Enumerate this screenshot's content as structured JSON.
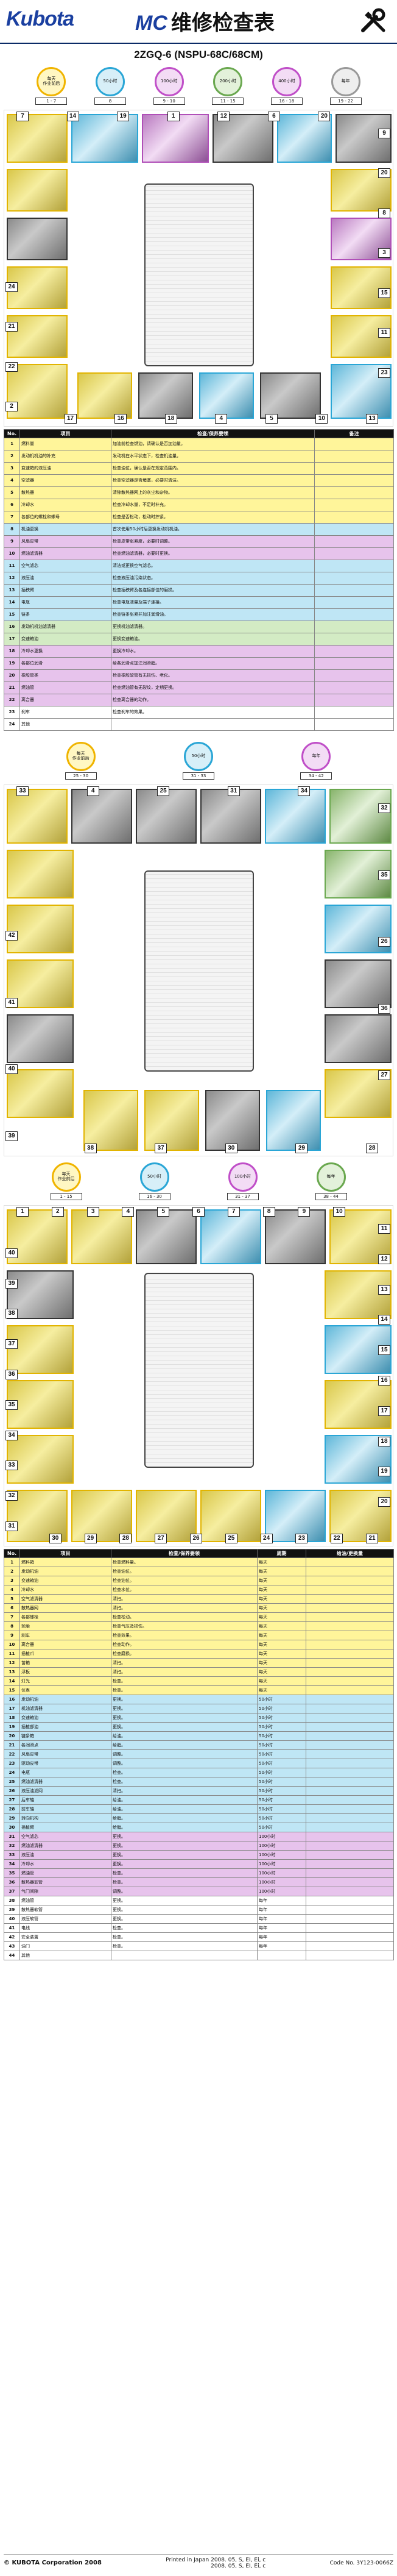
{
  "header": {
    "brand": "Kubota",
    "mc": "MC",
    "title": "维修检查表",
    "model": "2ZGQ-6 (NSPU-68C/68CM)"
  },
  "badges_top": [
    {
      "t1": "每天",
      "t2": "作业前后",
      "lbl": "1 - 7"
    },
    {
      "t1": "50小时",
      "t2": "",
      "lbl": "8"
    },
    {
      "t1": "100小时",
      "t2": "",
      "lbl": "9 - 10"
    },
    {
      "t1": "200小时",
      "t2": "",
      "lbl": "11 - 15"
    },
    {
      "t1": "400小时",
      "t2": "",
      "lbl": "16 - 18"
    },
    {
      "t1": "每年",
      "t2": "",
      "lbl": "19 - 22"
    }
  ],
  "diagram_numbers_1": [
    "7",
    "14",
    "19",
    "1",
    "12",
    "6",
    "20",
    "9",
    "20",
    "8",
    "3",
    "15",
    "11",
    "23",
    "13",
    "10",
    "5",
    "4",
    "18",
    "16",
    "17",
    "2",
    "22",
    "21",
    "24"
  ],
  "table1": {
    "headers": [
      "No.",
      "项目",
      "检查/保养要领",
      "备注"
    ],
    "rows": [
      {
        "no": "1",
        "item": "燃料量",
        "desc": "加油前检查燃油，请确认是否加油量。",
        "note": "",
        "c": "y"
      },
      {
        "no": "2",
        "item": "发动机机油的补充",
        "desc": "发动机在水平状态下，检查机油量。",
        "note": "",
        "c": "y"
      },
      {
        "no": "3",
        "item": "变速箱的液压油",
        "desc": "检查油位，确认是否在规定范围内。",
        "note": "",
        "c": "y"
      },
      {
        "no": "4",
        "item": "空滤器",
        "desc": "检查空滤器是否堵塞，必要时清洁。",
        "note": "",
        "c": "y"
      },
      {
        "no": "5",
        "item": "散热器",
        "desc": "清除散热器网上的灰尘和杂物。",
        "note": "",
        "c": "y"
      },
      {
        "no": "6",
        "item": "冷却水",
        "desc": "检查冷却水量，不足时补充。",
        "note": "",
        "c": "y"
      },
      {
        "no": "7",
        "item": "各部位的螺栓和螺母",
        "desc": "检查是否松动，松动时拧紧。",
        "note": "",
        "c": "y"
      },
      {
        "no": "8",
        "item": "机油更换",
        "desc": "首次使用50小时后更换发动机机油。",
        "note": "",
        "c": "b"
      },
      {
        "no": "9",
        "item": "风扇皮带",
        "desc": "检查皮带张紧度，必要时调整。",
        "note": "",
        "c": "p"
      },
      {
        "no": "10",
        "item": "燃油滤清器",
        "desc": "检查燃油滤清器，必要时更换。",
        "note": "",
        "c": "p"
      },
      {
        "no": "11",
        "item": "空气滤芯",
        "desc": "清洁或更换空气滤芯。",
        "note": "",
        "c": "b"
      },
      {
        "no": "12",
        "item": "液压油",
        "desc": "检查液压油污染状态。",
        "note": "",
        "c": "b"
      },
      {
        "no": "13",
        "item": "插秧臂",
        "desc": "检查插秧臂及各连接部位的磨损。",
        "note": "",
        "c": "b"
      },
      {
        "no": "14",
        "item": "电瓶",
        "desc": "检查电瓶液量及端子连接。",
        "note": "",
        "c": "b"
      },
      {
        "no": "15",
        "item": "链条",
        "desc": "检查链条张紧并加注润滑油。",
        "note": "",
        "c": "b"
      },
      {
        "no": "16",
        "item": "发动机机油滤清器",
        "desc": "更换机油滤清器。",
        "note": "",
        "c": "g"
      },
      {
        "no": "17",
        "item": "变速箱油",
        "desc": "更换变速箱油。",
        "note": "",
        "c": "g"
      },
      {
        "no": "18",
        "item": "冷却水更换",
        "desc": "更换冷却水。",
        "note": "",
        "c": "p"
      },
      {
        "no": "19",
        "item": "各部位润滑",
        "desc": "给各润滑点加注润滑脂。",
        "note": "",
        "c": "p"
      },
      {
        "no": "20",
        "item": "橡胶管类",
        "desc": "检查橡胶软管有无损伤、老化。",
        "note": "",
        "c": "p"
      },
      {
        "no": "21",
        "item": "燃油管",
        "desc": "检查燃油管有无裂纹，定期更换。",
        "note": "",
        "c": "p"
      },
      {
        "no": "22",
        "item": "离合器",
        "desc": "检查离合器的动作。",
        "note": "",
        "c": "p"
      },
      {
        "no": "23",
        "item": "刹车",
        "desc": "检查刹车的效果。",
        "note": "",
        "c": "w"
      },
      {
        "no": "24",
        "item": "其他",
        "desc": "",
        "note": "",
        "c": "w"
      }
    ]
  },
  "badges_mid": [
    {
      "t1": "每天",
      "t2": "作业前后",
      "lbl": "25 - 30"
    },
    {
      "t1": "50小时",
      "t2": "",
      "lbl": "31 - 33"
    },
    {
      "t1": "每年",
      "t2": "",
      "lbl": "34 - 42"
    }
  ],
  "diagram_numbers_2": [
    "33",
    "4",
    "25",
    "31",
    "34",
    "32",
    "35",
    "26",
    "36",
    "27",
    "28",
    "29",
    "30",
    "37",
    "38",
    "39",
    "40",
    "41",
    "42"
  ],
  "badges_low": [
    {
      "t1": "每天",
      "t2": "作业前后",
      "lbl": "1 - 15"
    },
    {
      "t1": "50小时",
      "t2": "",
      "lbl": "16 - 30"
    },
    {
      "t1": "100小时",
      "t2": "",
      "lbl": "31 - 37"
    },
    {
      "t1": "每年",
      "t2": "",
      "lbl": "38 - 44"
    }
  ],
  "diagram_numbers_3": [
    "1",
    "2",
    "3",
    "4",
    "5",
    "6",
    "7",
    "8",
    "9",
    "10",
    "11",
    "12",
    "13",
    "14",
    "15",
    "16",
    "17",
    "18",
    "19",
    "20",
    "21",
    "22",
    "23",
    "24",
    "25",
    "26",
    "27",
    "28",
    "29",
    "30",
    "31",
    "32",
    "33",
    "34",
    "35",
    "36",
    "37",
    "38",
    "39",
    "40"
  ],
  "table2": {
    "headers": [
      "No.",
      "项目",
      "检查/保养要领",
      "周期",
      "给油/更换量"
    ],
    "rows": [
      {
        "no": "1",
        "item": "燃料箱",
        "desc": "检查燃料量。",
        "p": "每天",
        "q": "",
        "c": "y"
      },
      {
        "no": "2",
        "item": "发动机油",
        "desc": "检查油位。",
        "p": "每天",
        "q": "",
        "c": "y"
      },
      {
        "no": "3",
        "item": "变速箱油",
        "desc": "检查油位。",
        "p": "每天",
        "q": "",
        "c": "y"
      },
      {
        "no": "4",
        "item": "冷却水",
        "desc": "检查水位。",
        "p": "每天",
        "q": "",
        "c": "y"
      },
      {
        "no": "5",
        "item": "空气滤清器",
        "desc": "清扫。",
        "p": "每天",
        "q": "",
        "c": "y"
      },
      {
        "no": "6",
        "item": "散热器网",
        "desc": "清扫。",
        "p": "每天",
        "q": "",
        "c": "y"
      },
      {
        "no": "7",
        "item": "各部螺栓",
        "desc": "检查松动。",
        "p": "每天",
        "q": "",
        "c": "y"
      },
      {
        "no": "8",
        "item": "轮胎",
        "desc": "检查气压及损伤。",
        "p": "每天",
        "q": "",
        "c": "y"
      },
      {
        "no": "9",
        "item": "刹车",
        "desc": "检查效果。",
        "p": "每天",
        "q": "",
        "c": "y"
      },
      {
        "no": "10",
        "item": "离合器",
        "desc": "检查动作。",
        "p": "每天",
        "q": "",
        "c": "y"
      },
      {
        "no": "11",
        "item": "插植爪",
        "desc": "检查磨损。",
        "p": "每天",
        "q": "",
        "c": "y"
      },
      {
        "no": "12",
        "item": "苗箱",
        "desc": "清扫。",
        "p": "每天",
        "q": "",
        "c": "y"
      },
      {
        "no": "13",
        "item": "浮板",
        "desc": "清扫。",
        "p": "每天",
        "q": "",
        "c": "y"
      },
      {
        "no": "14",
        "item": "灯光",
        "desc": "检查。",
        "p": "每天",
        "q": "",
        "c": "y"
      },
      {
        "no": "15",
        "item": "仪表",
        "desc": "检查。",
        "p": "每天",
        "q": "",
        "c": "y"
      },
      {
        "no": "16",
        "item": "发动机油",
        "desc": "更换。",
        "p": "50小时",
        "q": "",
        "c": "b"
      },
      {
        "no": "17",
        "item": "机油滤清器",
        "desc": "更换。",
        "p": "50小时",
        "q": "",
        "c": "b"
      },
      {
        "no": "18",
        "item": "变速箱油",
        "desc": "更换。",
        "p": "50小时",
        "q": "",
        "c": "b"
      },
      {
        "no": "19",
        "item": "插植部油",
        "desc": "更换。",
        "p": "50小时",
        "q": "",
        "c": "b"
      },
      {
        "no": "20",
        "item": "链条箱",
        "desc": "给油。",
        "p": "50小时",
        "q": "",
        "c": "b"
      },
      {
        "no": "21",
        "item": "各润滑点",
        "desc": "给脂。",
        "p": "50小时",
        "q": "",
        "c": "b"
      },
      {
        "no": "22",
        "item": "风扇皮带",
        "desc": "调整。",
        "p": "50小时",
        "q": "",
        "c": "b"
      },
      {
        "no": "23",
        "item": "驱动皮带",
        "desc": "调整。",
        "p": "50小时",
        "q": "",
        "c": "b"
      },
      {
        "no": "24",
        "item": "电瓶",
        "desc": "检查。",
        "p": "50小时",
        "q": "",
        "c": "b"
      },
      {
        "no": "25",
        "item": "燃油滤清器",
        "desc": "检查。",
        "p": "50小时",
        "q": "",
        "c": "b"
      },
      {
        "no": "26",
        "item": "液压油滤网",
        "desc": "清扫。",
        "p": "50小时",
        "q": "",
        "c": "b"
      },
      {
        "no": "27",
        "item": "后车轴",
        "desc": "给油。",
        "p": "50小时",
        "q": "",
        "c": "b"
      },
      {
        "no": "28",
        "item": "前车轴",
        "desc": "给油。",
        "p": "50小时",
        "q": "",
        "c": "b"
      },
      {
        "no": "29",
        "item": "转向机构",
        "desc": "给脂。",
        "p": "50小时",
        "q": "",
        "c": "b"
      },
      {
        "no": "30",
        "item": "插植臂",
        "desc": "给脂。",
        "p": "50小时",
        "q": "",
        "c": "b"
      },
      {
        "no": "31",
        "item": "空气滤芯",
        "desc": "更换。",
        "p": "100小时",
        "q": "",
        "c": "p"
      },
      {
        "no": "32",
        "item": "燃油滤清器",
        "desc": "更换。",
        "p": "100小时",
        "q": "",
        "c": "p"
      },
      {
        "no": "33",
        "item": "液压油",
        "desc": "更换。",
        "p": "100小时",
        "q": "",
        "c": "p"
      },
      {
        "no": "34",
        "item": "冷却水",
        "desc": "更换。",
        "p": "100小时",
        "q": "",
        "c": "p"
      },
      {
        "no": "35",
        "item": "燃油管",
        "desc": "检查。",
        "p": "100小时",
        "q": "",
        "c": "p"
      },
      {
        "no": "36",
        "item": "散热器软管",
        "desc": "检查。",
        "p": "100小时",
        "q": "",
        "c": "p"
      },
      {
        "no": "37",
        "item": "气门间隙",
        "desc": "调整。",
        "p": "100小时",
        "q": "",
        "c": "p"
      },
      {
        "no": "38",
        "item": "燃油管",
        "desc": "更换。",
        "p": "每年",
        "q": "",
        "c": "w"
      },
      {
        "no": "39",
        "item": "散热器软管",
        "desc": "更换。",
        "p": "每年",
        "q": "",
        "c": "w"
      },
      {
        "no": "40",
        "item": "液压软管",
        "desc": "更换。",
        "p": "每年",
        "q": "",
        "c": "w"
      },
      {
        "no": "41",
        "item": "电线",
        "desc": "检查。",
        "p": "每年",
        "q": "",
        "c": "w"
      },
      {
        "no": "42",
        "item": "安全装置",
        "desc": "检查。",
        "p": "每年",
        "q": "",
        "c": "w"
      },
      {
        "no": "43",
        "item": "油门",
        "desc": "检查。",
        "p": "每年",
        "q": "",
        "c": "w"
      },
      {
        "no": "44",
        "item": "其他",
        "desc": "",
        "p": "",
        "q": "",
        "c": "w"
      }
    ]
  },
  "footer": {
    "corp": "© KUBOTA Corporation 2008",
    "printed": "Printed in Japan 2008. 05, S, EI, Ei, c",
    "date2": "2008. 05, S, EI, Ei, c",
    "code": "Code No. 3Y123-0066Z"
  }
}
